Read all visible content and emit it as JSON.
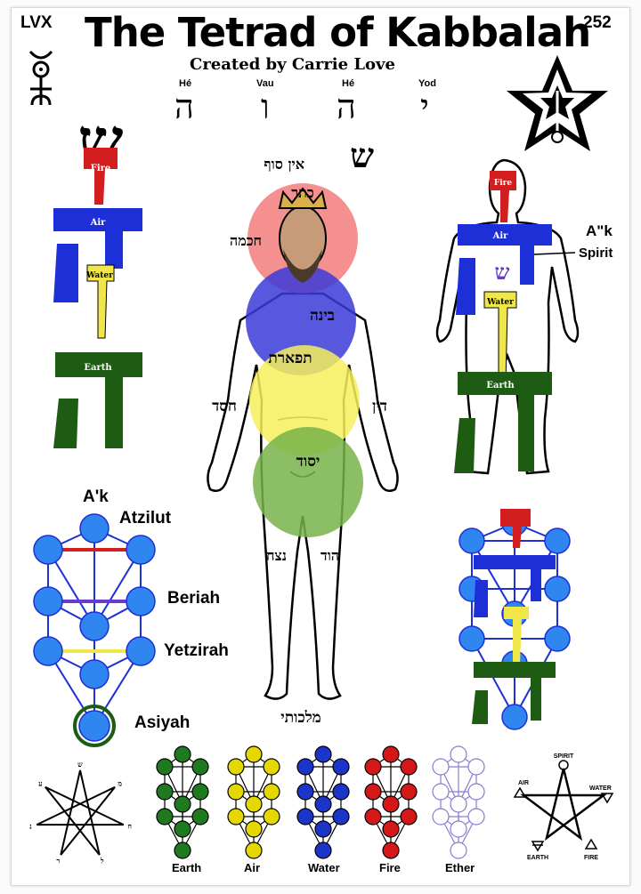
{
  "header": {
    "title": "The Tetrad of Kabbalah",
    "subtitle": "Created by Carrie Love",
    "left_corner": "LVX",
    "page_number": "252"
  },
  "name_letters": [
    {
      "label": "Hé",
      "letter": "ה"
    },
    {
      "label": "Vau",
      "letter": "ו"
    },
    {
      "label": "Hé",
      "letter": "ה"
    },
    {
      "label": "Yod",
      "letter": "י"
    }
  ],
  "left_column": {
    "shin": "ש",
    "elements": {
      "fire": "Fire",
      "air": "Air",
      "water": "Water",
      "earth": "Earth"
    }
  },
  "center_figure": {
    "ain_soph": "אין סוף",
    "shin": "ש",
    "sephiroth": {
      "keter": "כתר",
      "chokmah": "חכמה",
      "binah": "בינה",
      "tiphareth": "תפארת",
      "chesed": "חסד",
      "din": "דין",
      "yesod": "יסוד",
      "netzach": "נצח",
      "hod": "הוד",
      "malkuth": "מלכותי"
    },
    "colors": {
      "red": "#f06b6b",
      "blue": "#3b3bd8",
      "yellow": "#f6f05a",
      "green": "#77b34a"
    }
  },
  "right_figure": {
    "label_ak": "A\"k",
    "label_spirit": "Spirit",
    "shin": "ש",
    "elements": {
      "fire": "Fire",
      "air": "Air",
      "water": "Water",
      "earth": "Earth"
    }
  },
  "left_tree": {
    "ak": "A'k",
    "worlds": [
      "Atzilut",
      "Beriah",
      "Yetzirah",
      "Asiyah"
    ]
  },
  "bottom": {
    "trees": [
      {
        "label": "Earth",
        "color": "#1f7a1f"
      },
      {
        "label": "Air",
        "color": "#e5d800"
      },
      {
        "label": "Water",
        "color": "#1a35c8"
      },
      {
        "label": "Fire",
        "color": "#d41818"
      },
      {
        "label": "Ether",
        "color": "#8a7ad0"
      }
    ],
    "pentagram": {
      "spirit": "SPIRIT",
      "air": "AIR",
      "water": "WATER",
      "earth": "EARTH",
      "fire": "FIRE"
    },
    "heptagram_letters": [
      "ש",
      "מ",
      "ח",
      "ל",
      "ר",
      "נ",
      "ע"
    ]
  },
  "palette": {
    "fire": "#d21e1e",
    "air": "#1d2fd6",
    "water": "#efe64a",
    "earth": "#1d5c12",
    "sephira_blue": "#2f86f0"
  }
}
